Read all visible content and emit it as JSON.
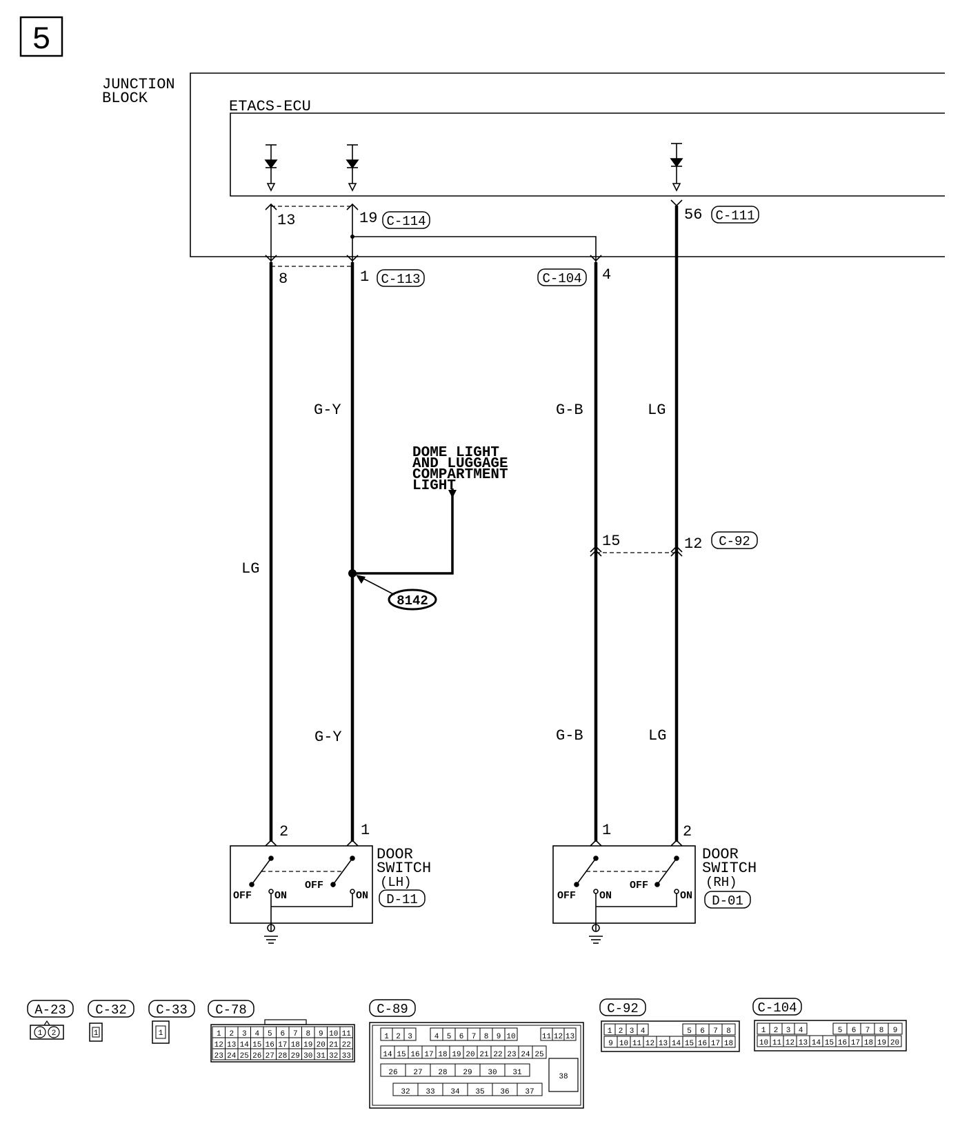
{
  "page": {
    "section_number": "5"
  },
  "junction_block": {
    "label_line1": "JUNCTION",
    "label_line2": "BLOCK"
  },
  "etacs": {
    "label": "ETACS-ECU"
  },
  "ecu_pins": {
    "p13": "13",
    "p19": "19",
    "p56": "56",
    "conn_c114": "C-114",
    "conn_c111": "C-111"
  },
  "jb_pins": {
    "p8": "8",
    "p1": "1",
    "p4": "4",
    "conn_c113": "C-113",
    "conn_c104": "C-104"
  },
  "wires": {
    "w1": "LG",
    "w2_upper": "G-Y",
    "w2_lower": "G-Y",
    "w3_upper": "G-B",
    "w3_lower": "G-B",
    "w4_upper": "LG",
    "w4_lower": "LG"
  },
  "dome_light": {
    "line1": "DOME LIGHT",
    "line2": "AND LUGGAGE",
    "line3": "COMPARTMENT",
    "line4": "LIGHT"
  },
  "splice": {
    "id": "8142"
  },
  "c92_pins": {
    "p15": "15",
    "p12": "12",
    "conn": "C-92"
  },
  "door_lh": {
    "pin_a": "2",
    "pin_b": "1",
    "line1": "DOOR",
    "line2": "SWITCH",
    "line3": "(LH)",
    "conn": "D-11",
    "off_left": "OFF",
    "on_left": "ON",
    "off_right": "OFF",
    "on_right": "ON"
  },
  "door_rh": {
    "pin_a": "1",
    "pin_b": "2",
    "line1": "DOOR",
    "line2": "SWITCH",
    "line3": "(RH)",
    "conn": "D-01",
    "off_left": "OFF",
    "on_left": "ON",
    "off_right": "OFF",
    "on_right": "ON"
  },
  "connector_views": [
    {
      "id": "A-23"
    },
    {
      "id": "C-32"
    },
    {
      "id": "C-33"
    },
    {
      "id": "C-78"
    },
    {
      "id": "C-89"
    },
    {
      "id": "C-92"
    },
    {
      "id": "C-104"
    }
  ],
  "conn_pins": {
    "a23": [
      "1",
      "2"
    ],
    "c32": [
      "1"
    ],
    "c33": [
      "1"
    ],
    "c78": {
      "row1": [
        "1",
        "2",
        "3",
        "4",
        "5",
        "6",
        "7",
        "8",
        "9",
        "10",
        "11"
      ],
      "row2": [
        "12",
        "13",
        "14",
        "15",
        "16",
        "17",
        "18",
        "19",
        "20",
        "21",
        "22"
      ],
      "row3": [
        "23",
        "24",
        "25",
        "26",
        "27",
        "28",
        "29",
        "30",
        "31",
        "32",
        "33"
      ]
    },
    "c89": {
      "row1a": [
        "1",
        "2",
        "3"
      ],
      "row1b": [
        "4",
        "5",
        "6",
        "7",
        "8",
        "9",
        "10"
      ],
      "row1c": [
        "11",
        "12",
        "13"
      ],
      "row2": [
        "14",
        "15",
        "16",
        "17",
        "18",
        "19",
        "20",
        "21",
        "22",
        "23",
        "24",
        "25"
      ],
      "row3": [
        "26",
        "27",
        "28",
        "29",
        "30",
        "31"
      ],
      "row4": [
        "32",
        "33",
        "34",
        "35",
        "36",
        "37"
      ],
      "big": "38"
    },
    "c92": {
      "row1a": [
        "1",
        "2",
        "3",
        "4"
      ],
      "row1b": [
        "5",
        "6",
        "7",
        "8"
      ],
      "row2": [
        "9",
        "10",
        "11",
        "12",
        "13",
        "14",
        "15",
        "16",
        "17",
        "18"
      ]
    },
    "c104": {
      "row1a": [
        "1",
        "2",
        "3",
        "4"
      ],
      "row1b": [
        "5",
        "6",
        "7",
        "8",
        "9"
      ],
      "row2": [
        "10",
        "11",
        "12",
        "13",
        "14",
        "15",
        "16",
        "17",
        "18",
        "19",
        "20"
      ]
    }
  }
}
